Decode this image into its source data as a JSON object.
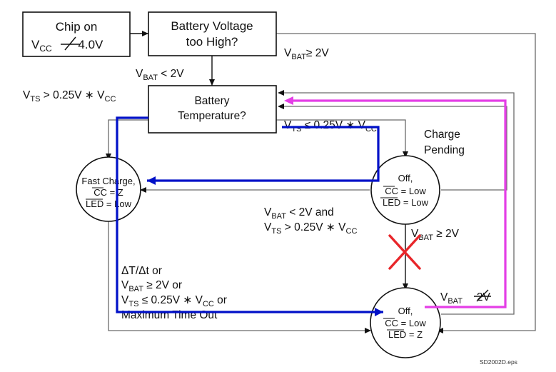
{
  "diagram": {
    "title": "",
    "nodes": {
      "chip_on": {
        "line1": "Chip on",
        "line2_prefix": "V",
        "line2_sub": "CC",
        "line2_value": " 4.0V"
      },
      "battery_voltage": {
        "line1": "Battery Voltage",
        "line2": "too High?"
      },
      "battery_temperature": {
        "line1": "Battery",
        "line2": "Temperature?"
      },
      "fast_charge": {
        "line1": "Fast Charge,",
        "line2": "CC = Z",
        "line3": "LED = Low"
      },
      "off_charge_pending": {
        "line1": "Off,",
        "line2": "CC = Low",
        "line3": "LED = Low"
      },
      "off_bottom": {
        "line1": "Off,",
        "line2": "CC = Low",
        "line3": "LED = Z"
      }
    },
    "labels": {
      "vbat_ge_2v_top": {
        "prefix": "V",
        "sub": "BAT",
        "rest": "≥ 2V"
      },
      "vbat_lt_2v": {
        "prefix": "V",
        "sub": "BAT",
        "rest": " < 2V"
      },
      "vts_gt": {
        "prefix": "V",
        "sub": "TS",
        "rest": " > 0.25V ∗ V",
        "sub2": "CC"
      },
      "vts_le": {
        "prefix": "V",
        "sub": "TS",
        "rest": " ≤ 0.25V ∗ V",
        "sub2": "CC"
      },
      "charge_pending_line1": "Charge",
      "charge_pending_line2": "Pending",
      "mid_cond_line1": {
        "prefix": "V",
        "sub": "BAT",
        "rest": " < 2V and"
      },
      "mid_cond_line2": {
        "prefix": "V",
        "sub": "TS",
        "rest": " > 0.25V ∗ V",
        "sub2": "CC"
      },
      "vbat_ge_2v_right": {
        "prefix": "V",
        "sub": "BAT",
        "rest": " ≥ 2V"
      },
      "vbat_ne_2v": {
        "prefix": "V",
        "sub": "BAT",
        "rest": "2V"
      },
      "fault_line1": "ΔT/Δt or",
      "fault_line2": {
        "prefix": "V",
        "sub": "BAT",
        "rest": " ≥ 2V or"
      },
      "fault_line3": {
        "prefix": "V",
        "sub": "TS",
        "rest": " ≤ 0.25V ∗ V",
        "sub2": "CC",
        "rest2": " or"
      },
      "fault_line4": "Maximum Time Out",
      "file_name": "SD2002D.eps"
    },
    "colors": {
      "annotation_blue": "#0010c8",
      "annotation_magenta": "#e43ee6",
      "cross_red": "#e8262a",
      "flow_gray": "#6a6a6a"
    }
  }
}
